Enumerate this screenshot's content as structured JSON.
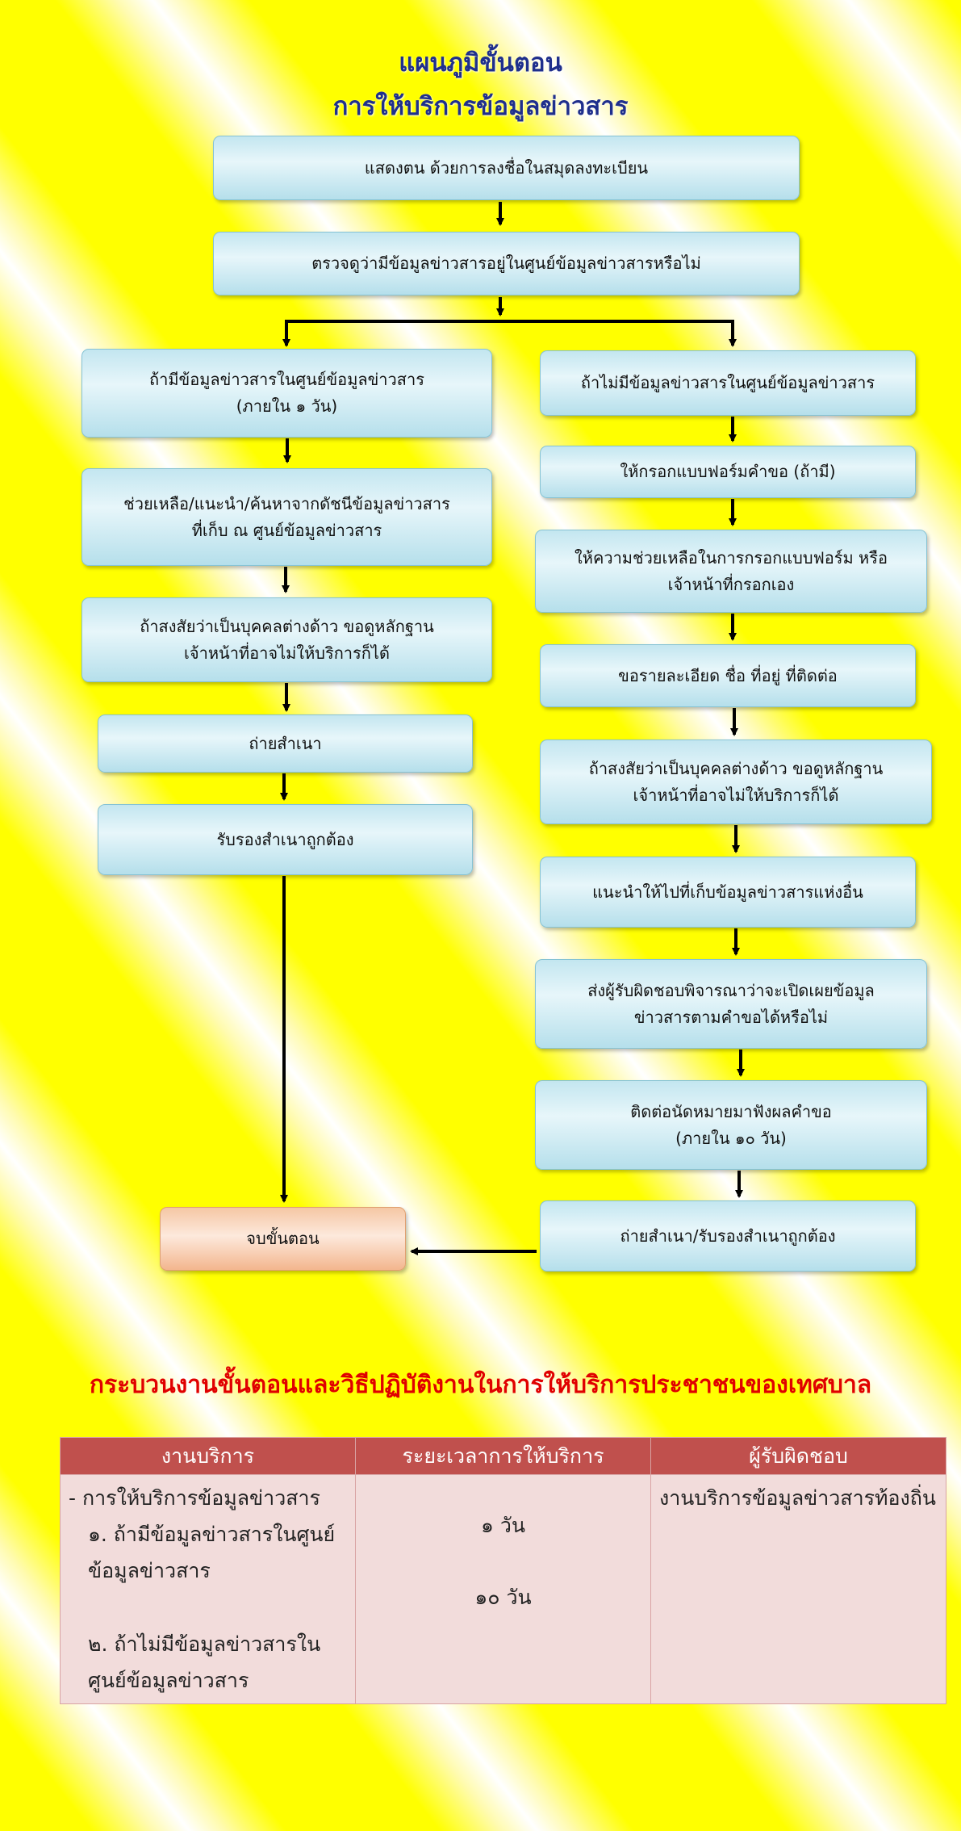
{
  "header": {
    "title_line1": "แผนภูมิขั้นตอน",
    "title_line2": "การให้บริการข้อมูลข่าวสาร"
  },
  "flow": {
    "top": [
      "แสดงตน ด้วยการลงชื่อในสมุดลงทะเบียน",
      "ตรวจดูว่ามีข้อมูลข่าวสารอยู่ในศูนย์ข้อมูลข่าวสารหรือไม่"
    ],
    "left": [
      "ถ้ามีข้อมูลข่าวสารในศูนย์ข้อมูลข่าวสาร\n(ภายใน ๑ วัน)",
      "ช่วยเหลือ/แนะนำ/ค้นหาจากดัชนีข้อมูลข่าวสาร\nที่เก็บ ณ ศูนย์ข้อมูลข่าวสาร",
      "ถ้าสงสัยว่าเป็นบุคคลต่างด้าว ขอดูหลักฐาน\nเจ้าหน้าที่อาจไม่ให้บริการก็ได้",
      "ถ่ายสำเนา",
      "รับรองสำเนาถูกต้อง"
    ],
    "right": [
      "ถ้าไม่มีข้อมูลข่าวสารในศูนย์ข้อมูลข่าวสาร",
      "ให้กรอกแบบฟอร์มคำขอ (ถ้ามี)",
      "ให้ความช่วยเหลือในการกรอกแบบฟอร์ม หรือ\nเจ้าหน้าที่กรอกเอง",
      "ขอรายละเอียด ชื่อ ที่อยู่ ที่ติดต่อ",
      "ถ้าสงสัยว่าเป็นบุคคลต่างด้าว ขอดูหลักฐาน\nเจ้าหน้าที่อาจไม่ให้บริการก็ได้",
      "แนะนำให้ไปที่เก็บข้อมูลข่าวสารแห่งอื่น",
      "ส่งผู้รับผิดชอบพิจารณาว่าจะเปิดเผยข้อมูล\nข่าวสารตามคำขอได้หรือไม่",
      "ติดต่อนัดหมายมาฟังผลคำขอ\n(ภายใน ๑๐ วัน)",
      "ถ่ายสำเนา/รับรองสำเนาถูกต้อง"
    ],
    "end": "จบขั้นตอน",
    "colors": {
      "box": "#c3e6f0",
      "end_box": "#f5c7a4",
      "arrow": "#000000"
    }
  },
  "process": {
    "title": "กระบวนงานขั้นตอนและวิธีปฏิบัติงานในการให้บริการประชาชนของเทศบาล",
    "title_color": "#e00000"
  },
  "table": {
    "headers": [
      "งานบริการ",
      "ระยะเวลาการให้บริการ",
      "ผู้รับผิดชอบ"
    ],
    "service": "- การให้บริการข้อมูลข่าวสาร",
    "item1": "๑. ถ้ามีข้อมูลข่าวสารในศูนย์ข้อมูลข่าวสาร",
    "item2": "๒. ถ้าไม่มีข้อมูลข่าวสารในศูนย์ข้อมูลข่าวสาร",
    "time1": "๑ วัน",
    "time2": "๑๐ วัน",
    "responsible": "งานบริการข้อมูลข่าวสารท้องถิ่น",
    "header_color": "#c0504d",
    "cell_color": "#f2dcdb"
  }
}
